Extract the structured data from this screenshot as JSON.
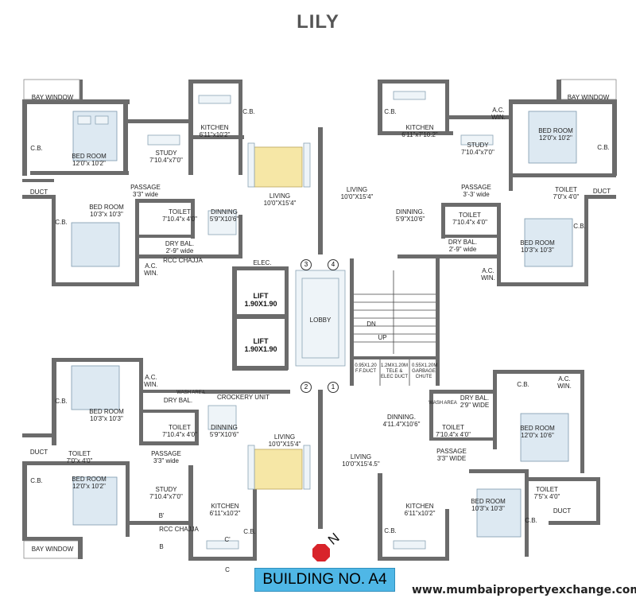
{
  "title": "LILY",
  "building_label": "BUILDING NO. A4",
  "website": "www.mumbaipropertyexchange.com",
  "north": "N",
  "colors": {
    "wall": "#6b6b6b",
    "badge": "#4fb7e6",
    "north_marker": "#d8232a",
    "furniture": "#8aa3b5"
  },
  "labels": {
    "bay_window": "BAY WINDOW",
    "cb": "C.B.",
    "duct": "DUCT",
    "ac_win": "A.C. WIN.",
    "ac": "A.C.",
    "win": "WIN.",
    "kitchen": "KITCHEN",
    "study": "STUDY",
    "passage": "PASSAGE",
    "bed_room": "BED ROOM",
    "toilet": "TOILET",
    "dinning": "DINNING.",
    "dinning_plain": "DINNING",
    "living": "LIVING",
    "dry_bal": "DRY BAL.",
    "rcc_chajja": "RCC CHAJJA",
    "elec": "ELEC.",
    "lift": "LIFT",
    "lobby": "LOBBY",
    "dn": "DN",
    "up": "UP",
    "crockery": "CROCKERY UNIT",
    "wash_area": "WASH AREA"
  },
  "dims": {
    "tl_bed_main": "12'0\"x 10'2\"",
    "tl_kitchen": "6'11\"x10'2\"",
    "tl_study": "7'10.4\"x7'0\"",
    "tl_passage": "3'3\" wide",
    "tl_living": "10'0\"X15'4\"",
    "tl_bed2": "10'3\"x 10'3\"",
    "tl_toilet": "7'10.4\"x 4'0\"",
    "tl_dinning": "5'9\"X10'6\"",
    "tl_drybal": "2'-9\" wide",
    "tr_kitchen": "6'11\"x7'10.2\"",
    "tr_study": "7'10.4\"x7'0\"",
    "tr_bed_main": "12'0\"x 10'2\"",
    "tr_living": "10'0\"X15'4\"",
    "tr_passage": "3'-3' wide",
    "tr_toilet_side": "7'0\"x 4'0\"",
    "tr_dinning": "5'9\"X10'6\"",
    "tr_toilet": "7'10.4\"x 4'0\"",
    "tr_drybal": "2'-9\" wide",
    "tr_bed2": "10'3\"x 10'3\"",
    "lift": "1.90X1.90",
    "ff_duct": "0.95X1.20 F.F.DUCT",
    "tele_duct": "1.2MX1.20M TELE & ELEC DUCT",
    "garbage": "0.55X1.20M GARBAGE CHUTE",
    "bl_bed2": "10'3\"x 10'3\"",
    "bl_toilet": "7'10.4\"x 4'0\"",
    "bl_dinning": "5'9\"X10'6\"",
    "bl_living": "10'0\"X15'4\"",
    "bl_toilet_side": "7'0\"x 4'0\"",
    "bl_passage": "3'3\" wide",
    "bl_bed_main": "12'0\"x 10'2\"",
    "bl_study": "7'10.4\"x7'0\"",
    "bl_kitchen": "6'11\"x10'2\"",
    "br_drybal": "2'9\" WIDE",
    "br_dinning": "4'11.4\"X10'6\"",
    "br_toilet": "7'10.4\"x 4'0\"",
    "br_bed_main": "12'0\"x 10'6\"",
    "br_passage": "3'3\" WIDE",
    "br_living": "10'0\"X15'4.5\"",
    "br_toilet_side": "7'5\"x 4'0\"",
    "br_bed2": "10'3\"x 10'3\"",
    "br_kitchen": "6'11\"x10'2\""
  },
  "markers": {
    "m1": "1",
    "m2": "2",
    "m3": "3",
    "m4": "4",
    "b": "B",
    "b2": "B'",
    "c": "C",
    "c2": "C'"
  }
}
